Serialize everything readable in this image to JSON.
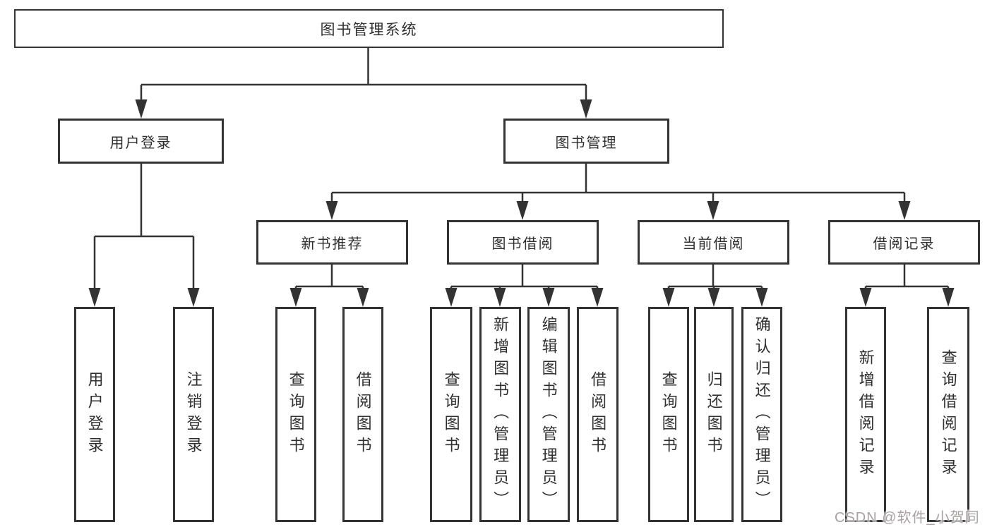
{
  "colors": {
    "line": "#333333",
    "box_border": "#333333",
    "text": "#2f2f2f",
    "watermark": "#a8a2a2",
    "background": "#ffffff"
  },
  "tree": {
    "root": {
      "label": "图书管理系统"
    },
    "branches": [
      {
        "label": "用户登录",
        "children": [
          {
            "label": "用户登录"
          },
          {
            "label": "注销登录"
          }
        ]
      },
      {
        "label": "图书管理",
        "children": [
          {
            "label": "新书推荐",
            "children": [
              {
                "label": "查询图书"
              },
              {
                "label": "借阅图书"
              }
            ]
          },
          {
            "label": "图书借阅",
            "children": [
              {
                "label": "查询图书"
              },
              {
                "label": "新增图书（管理员）"
              },
              {
                "label": "编辑图书（管理员）"
              },
              {
                "label": "借阅图书"
              }
            ]
          },
          {
            "label": "当前借阅",
            "children": [
              {
                "label": "查询图书"
              },
              {
                "label": "归还图书"
              },
              {
                "label": "确认归还（管理员）"
              }
            ]
          },
          {
            "label": "借阅记录",
            "children": [
              {
                "label": "新增借阅记录"
              },
              {
                "label": "查询借阅记录"
              }
            ]
          }
        ]
      }
    ]
  },
  "watermark": {
    "text": "CSDN @软件_小贺同学"
  }
}
